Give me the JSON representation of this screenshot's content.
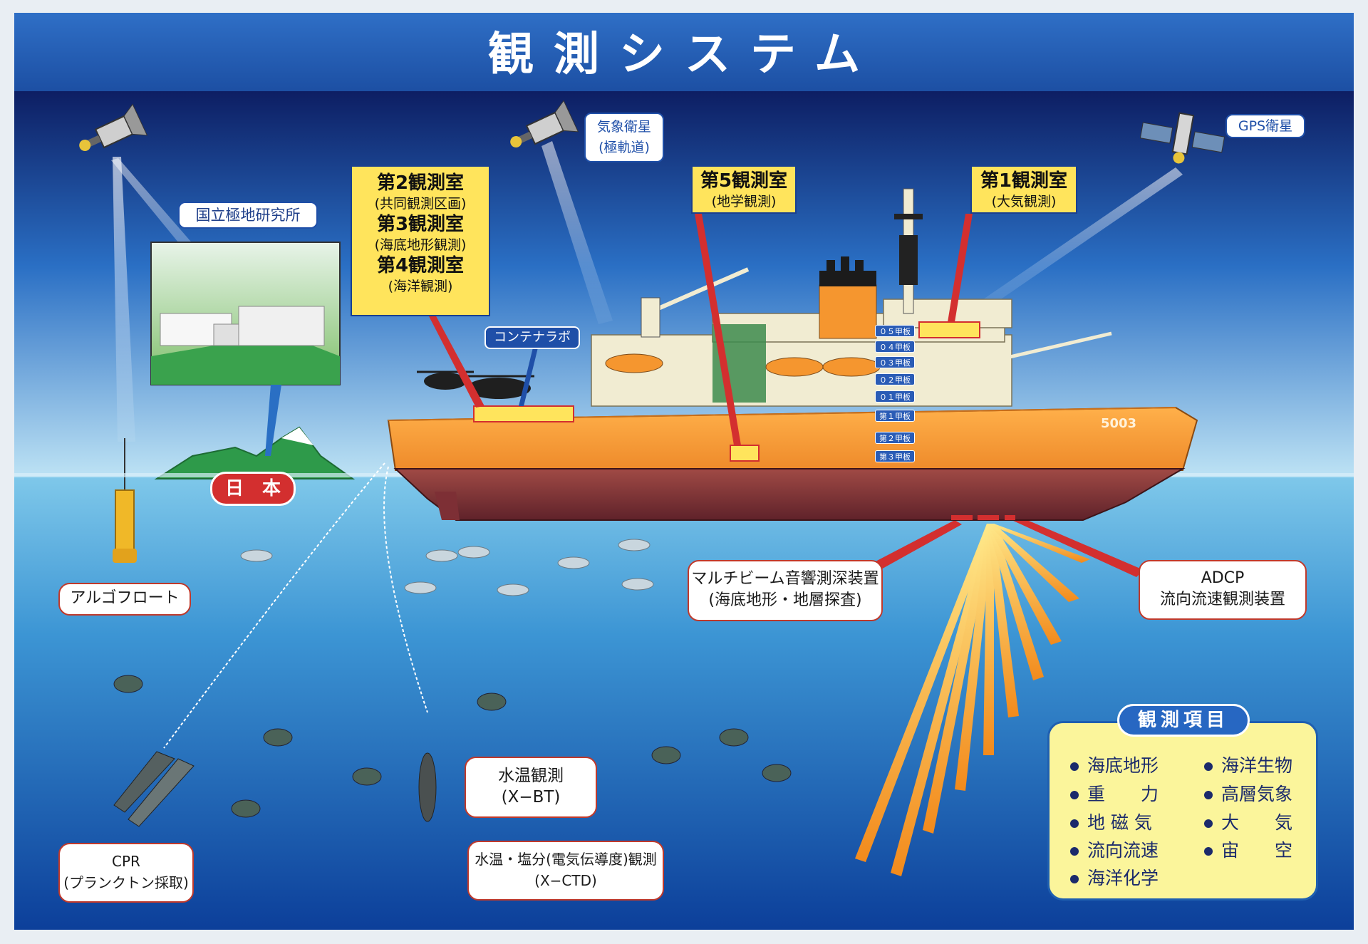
{
  "title": "観測システム",
  "satellites": {
    "weather": "気象衛星\n(極軌道)",
    "weather_line1": "気象衛星",
    "weather_line2": "(極軌道)",
    "gps": "GPS衛星"
  },
  "institute": {
    "name": "国立極地研究所",
    "country": "日　本"
  },
  "rooms": {
    "room2_name": "第2観測室",
    "room2_desc": "(共同観測区画)",
    "room3_name": "第3観測室",
    "room3_desc": "(海底地形観測)",
    "room4_name": "第4観測室",
    "room4_desc": "(海洋観測)",
    "room5_name": "第5観測室",
    "room5_desc": "(地学観測)",
    "room1_name": "第1観測室",
    "room1_desc": "(大気観測)"
  },
  "container_lab": "コンテナラボ",
  "ship": {
    "hull_number": "5003",
    "decks": [
      "０５甲板",
      "０４甲板",
      "０３甲板",
      "０２甲板",
      "０１甲板",
      "第１甲板",
      "第２甲板",
      "第３甲板"
    ]
  },
  "instruments": {
    "multibeam_line1": "マルチビーム音響測深装置",
    "multibeam_line2": "(海底地形・地層探査)",
    "adcp_line1": "ADCP",
    "adcp_line2": "流向流速観測装置",
    "argo": "アルゴフロート",
    "xbt_line1": "水温観測",
    "xbt_line2": "(X−BT)",
    "xctd_line1": "水温・塩分(電気伝導度)観測",
    "xctd_line2": "(X−CTD)",
    "cpr_line1": "CPR",
    "cpr_line2": "(プランクトン採取)"
  },
  "observation_items": {
    "title": "観測項目",
    "left": [
      "海底地形",
      "重　　力",
      "地 磁 気",
      "流向流速",
      "海洋化学"
    ],
    "right": [
      "海洋生物",
      "高層気象",
      "大　　気",
      "宙　　空"
    ]
  },
  "colors": {
    "sky_top": "#0d1e63",
    "sky_bottom": "#bfe4f5",
    "sea_top": "#6fbde4",
    "sea_bottom": "#0c3f9a",
    "hull_orange": "#f5962f",
    "hull_red": "#7d2f35",
    "label_yellow": "#ffe45c",
    "accent_red": "#d32f2f"
  }
}
